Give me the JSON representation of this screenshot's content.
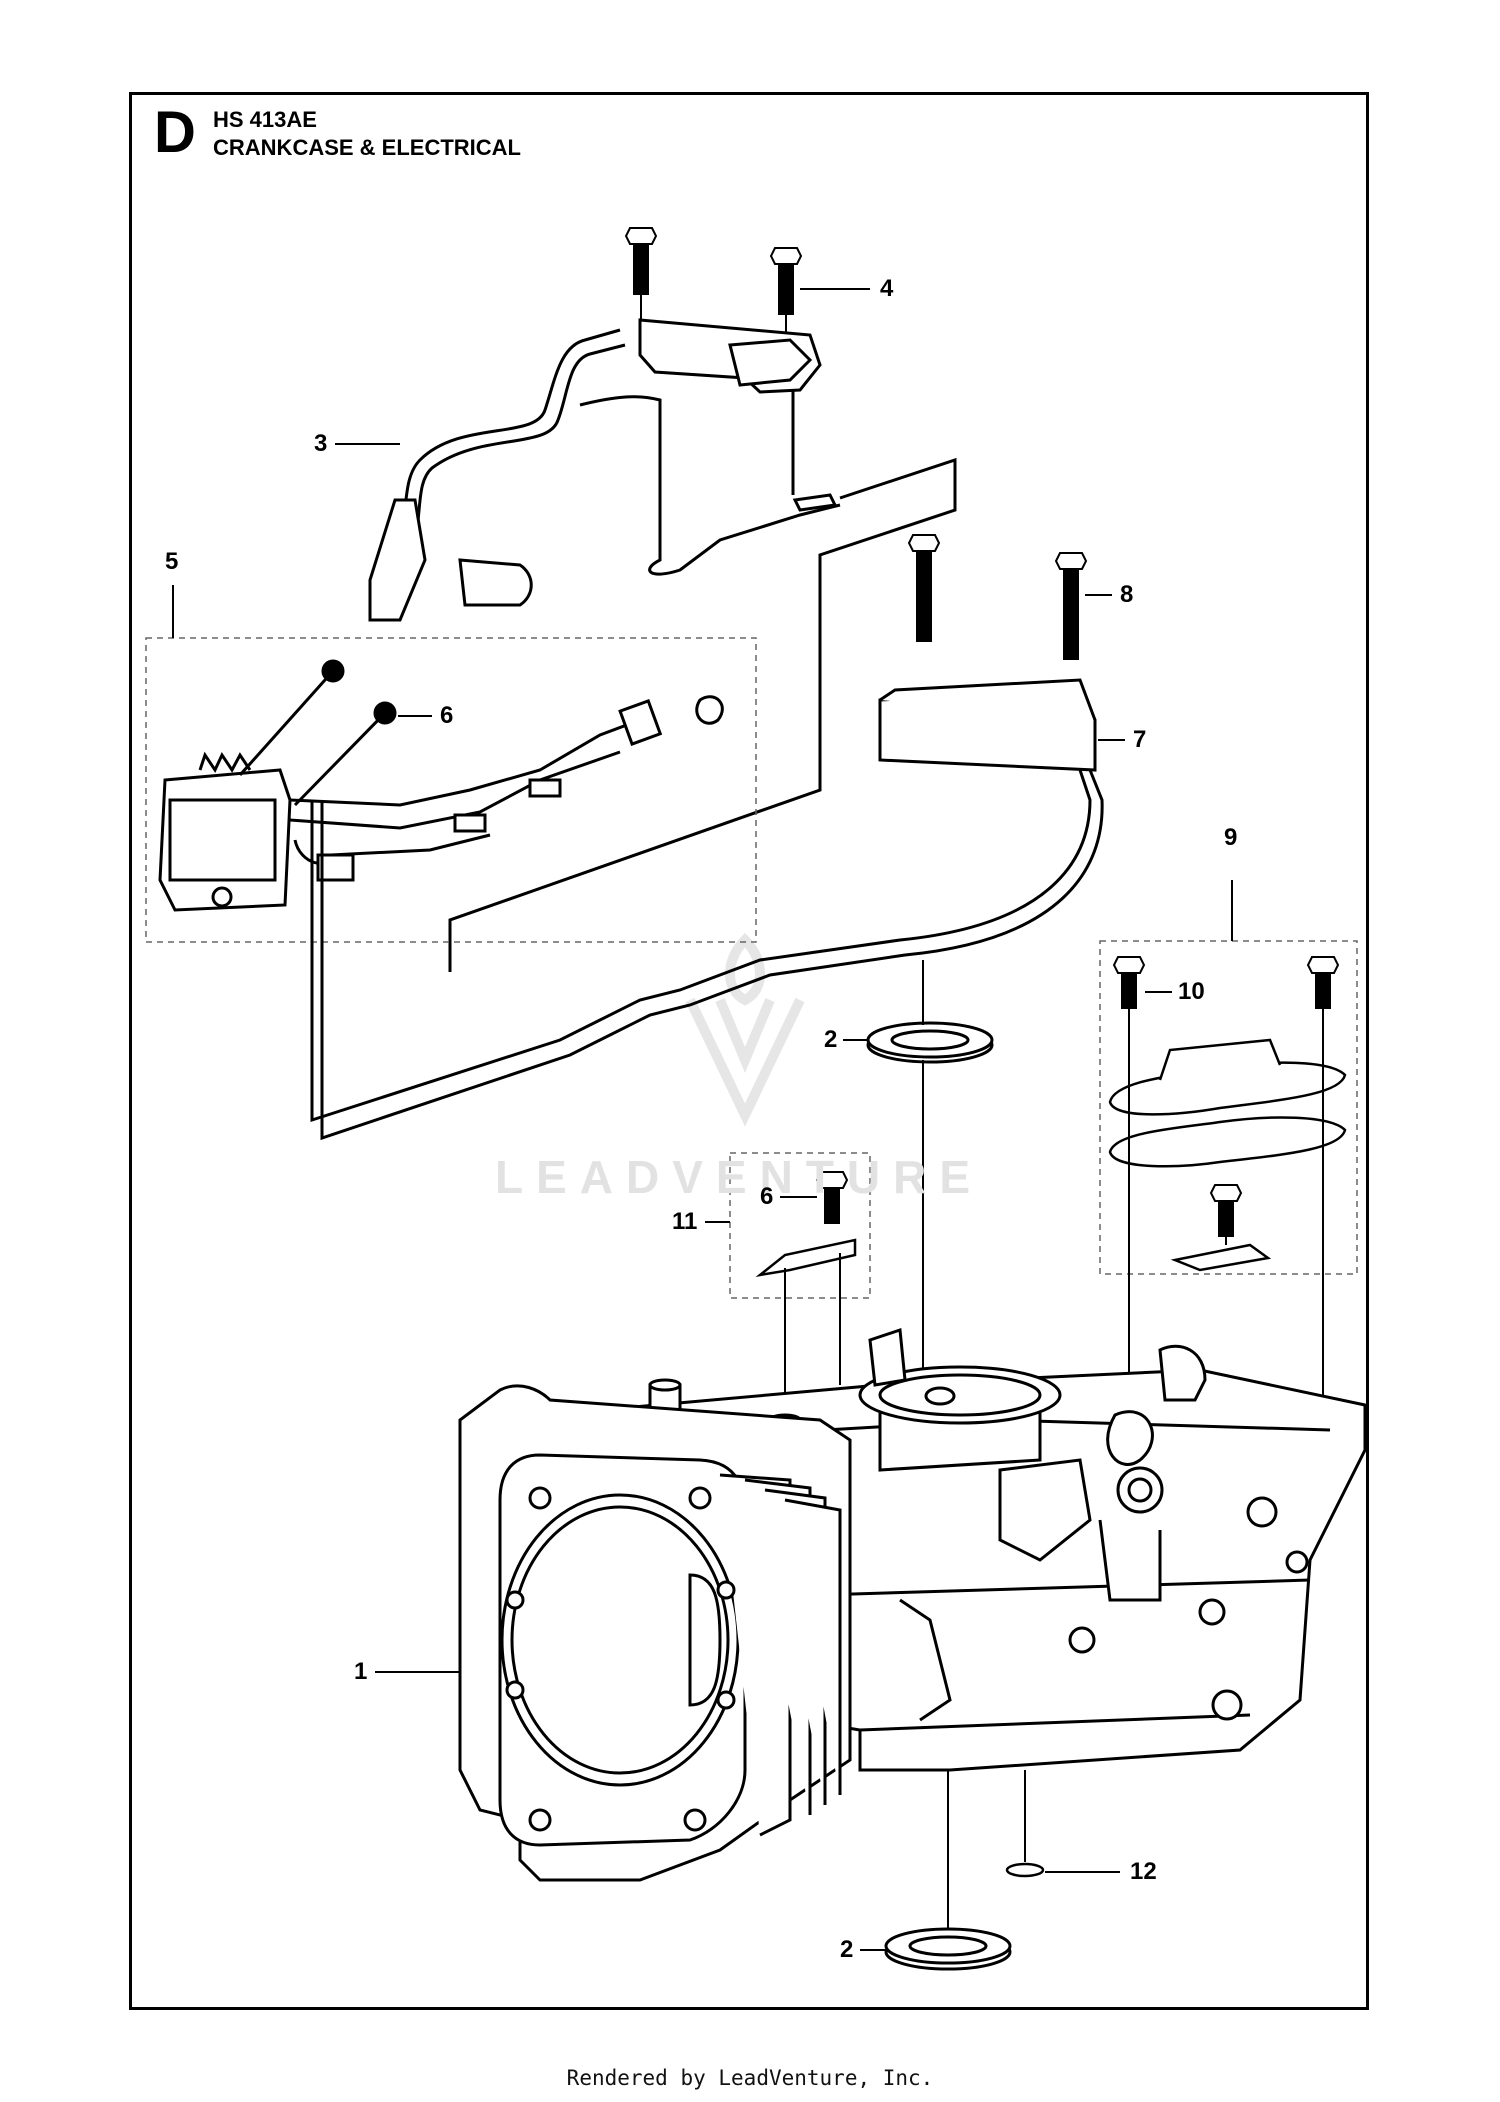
{
  "header": {
    "section_letter": "D",
    "model": "HS 413AE",
    "title": "CRANKCASE & ELECTRICAL"
  },
  "callouts": [
    "1",
    "2",
    "2",
    "3",
    "4",
    "5",
    "6",
    "6",
    "7",
    "8",
    "9",
    "10",
    "11",
    "12"
  ],
  "watermark": "LEADVENTURE",
  "footer": "Rendered by LeadVenture, Inc."
}
